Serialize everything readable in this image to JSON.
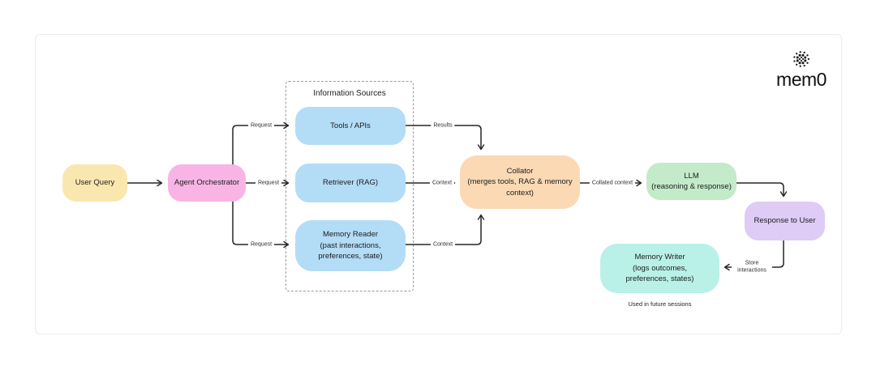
{
  "logo": {
    "icon": "dots-burst-icon",
    "wordmark": "mem0"
  },
  "colors": {
    "card_border": "#ececec",
    "dashed_border": "#9a9a9a",
    "arrow": "#262626",
    "text": "#1c1c1c",
    "user_query": "#FAE6AF",
    "agent_orchestrator": "#F8B4E5",
    "information_source": "#B3DCF7",
    "collator": "#FBD9B5",
    "llm": "#C3EAC9",
    "response_to_user": "#DECBF6",
    "memory_writer": "#B9F1E8"
  },
  "diagram": {
    "group": {
      "label": "Information Sources"
    },
    "nodes": [
      {
        "id": "user-query",
        "title": "User Query"
      },
      {
        "id": "agent-orchestrator",
        "title": "Agent Orchestrator"
      },
      {
        "id": "tools-apis",
        "title": "Tools / APIs"
      },
      {
        "id": "retriever",
        "title": "Retriever (RAG)"
      },
      {
        "id": "memory-reader",
        "title": "Memory Reader",
        "subtitle": "(past interactions, preferences, state)"
      },
      {
        "id": "collator",
        "title": "Collator",
        "subtitle": "(merges tools, RAG & memory context)"
      },
      {
        "id": "llm",
        "title": "LLM",
        "subtitle": "(reasoning & response)"
      },
      {
        "id": "response-to-user",
        "title": "Response to User"
      },
      {
        "id": "memory-writer",
        "title": "Memory Writer",
        "subtitle": "(logs outcomes, preferences, states)"
      }
    ],
    "edges": {
      "request_tools": "Request",
      "request_retriever": "Request",
      "request_memory": "Request",
      "results": "Results",
      "context_retriever": "Context",
      "context_memory": "Context",
      "collated_context": "Collated context",
      "store_interactions": "Store interactions"
    },
    "caption": "Used in future sessions"
  }
}
